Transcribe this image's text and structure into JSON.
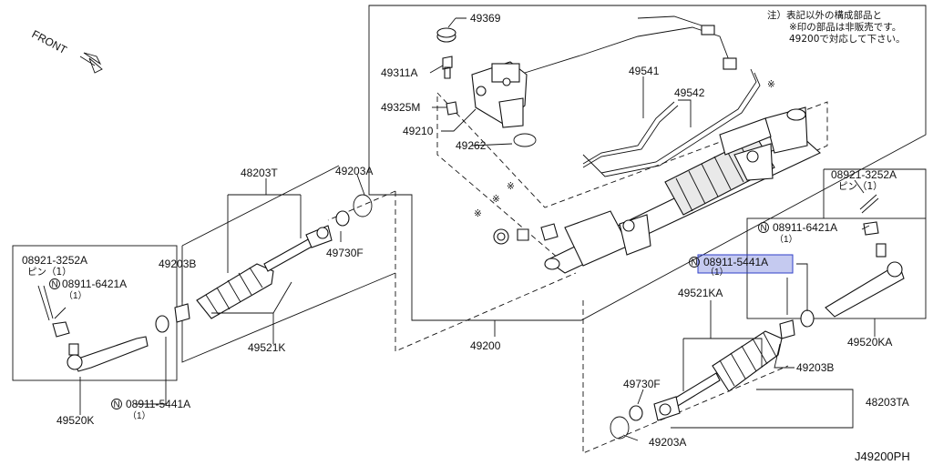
{
  "front_label": "FRONT",
  "note": {
    "line1": "注）表記以外の構成部品と",
    "line2": "※印の部品は非販売です。",
    "line3": "49200で対応して下さい。"
  },
  "diagram_code": "J49200PH",
  "parts": {
    "p49369": "49369",
    "p49311A": "49311A",
    "p49325M": "49325M",
    "p49210": "49210",
    "p49262": "49262",
    "p49541": "49541",
    "p49542": "49542",
    "p48203T": "48203T",
    "p49203A_left": "49203A",
    "p49203B_left": "49203B",
    "p49730F_left": "49730F",
    "p49521K": "49521K",
    "p49200": "49200",
    "p08921_left": "08921-3252A",
    "pin_left": "ピン（1）",
    "p08911_6421A_left": "08911-6421A",
    "p08911_6421A_left_qty": "（1）",
    "p49520K": "49520K",
    "p08911_5441A_left": "08911-5441A",
    "p08911_5441A_left_qty": "（1）",
    "p08921_right": "08921-3252A",
    "pin_right": "ピン（1）",
    "p08911_6421A_right": "08911-6421A",
    "p08911_6421A_right_qty": "（1）",
    "p08911_5441A_right": "08911-5441A",
    "p08911_5441A_right_qty": "（1）",
    "p49521KA": "49521KA",
    "p49520KA": "49520KA",
    "p49203B_right": "49203B",
    "p49730F_right": "49730F",
    "p48203TA": "48203TA",
    "p49203A_right": "49203A"
  },
  "marks": {
    "n": "N",
    "asterisk": "※"
  },
  "highlight_color": "#2f3fc8"
}
